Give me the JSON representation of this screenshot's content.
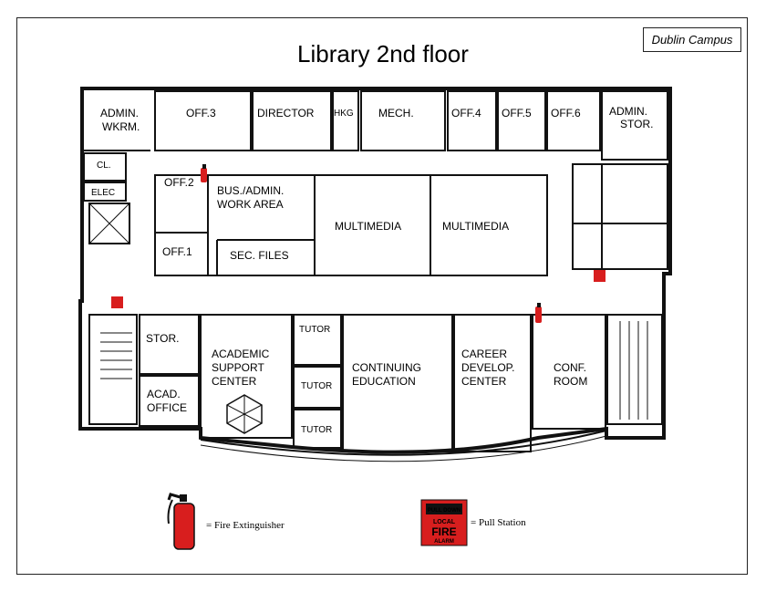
{
  "campus_label": "Dublin Campus",
  "title": "Library 2nd floor",
  "rooms": {
    "admin_wkrm": [
      "ADMIN.",
      "WKRM."
    ],
    "off3": "OFF.3",
    "director": "DIRECTOR",
    "hkg": "HKG",
    "mech": "MECH.",
    "off4": "OFF.4",
    "off5": "OFF.5",
    "off6": "OFF.6",
    "admin_stor": [
      "ADMIN.",
      "STOR."
    ],
    "cl": "CL.",
    "elec": "ELEC",
    "off2": "OFF.2",
    "bus_admin": [
      "BUS./ADMIN.",
      "WORK AREA"
    ],
    "multimedia_1": "MULTIMEDIA",
    "multimedia_2": "MULTIMEDIA",
    "off1": "OFF.1",
    "sec_files": "SEC. FILES",
    "stor": "STOR.",
    "academic_support": [
      "ACADEMIC",
      "SUPPORT",
      "CENTER"
    ],
    "acad_office": [
      "ACAD.",
      "OFFICE"
    ],
    "tutor_1": "TUTOR",
    "tutor_2": "TUTOR",
    "tutor_3": "TUTOR",
    "continuing_ed": [
      "CONTINUING",
      "EDUCATION"
    ],
    "career_center": [
      "CAREER",
      "DEVELOP.",
      "CENTER"
    ],
    "conf_room": [
      "CONF.",
      "ROOM"
    ]
  },
  "legend": {
    "extinguisher_label": "= Fire Extinguisher",
    "pull_station_label": "= Pull Station",
    "pull_station_sign": [
      "PULL DOWN",
      "LOCAL",
      "FIRE",
      "ALARM"
    ]
  },
  "colors": {
    "wall": "#111111",
    "fire_red": "#d81e1e"
  }
}
